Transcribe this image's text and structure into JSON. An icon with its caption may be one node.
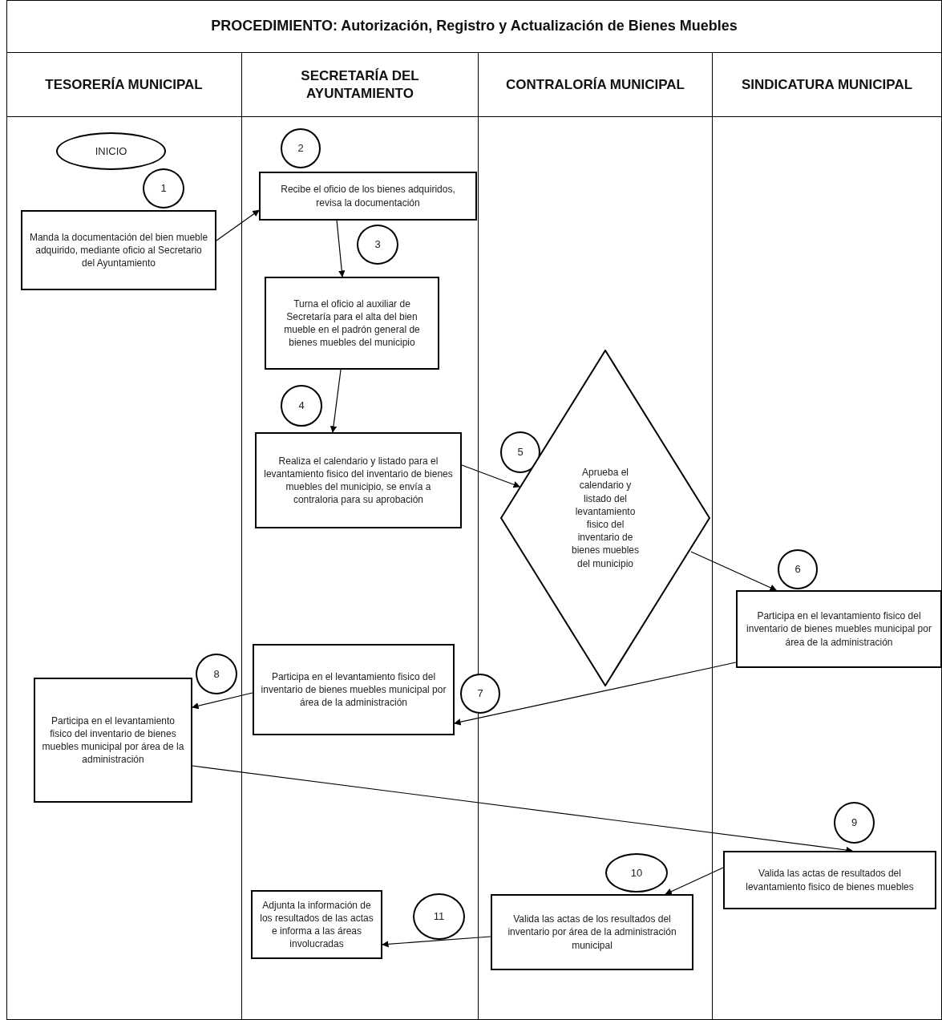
{
  "diagram": {
    "title": "PROCEDIMIENTO: Autorización, Registro y Actualización de Bienes Muebles",
    "nodes": [
      {
        "text": [
          "TESORERÍA MUNICIPAL"
        ]
      },
      {
        "text": [
          "SECRETARÍA DEL AYUNTAMIENTO"
        ]
      },
      {
        "text": [
          "CONTRALORÍA MUNICIPAL"
        ]
      },
      {
        "text": [
          "SINDICATURA MUNICIPAL"
        ]
      },
      {
        "text": [
          "INICIO"
        ],
        "in": 0
      },
      {
        "text": [
          "1"
        ],
        "in": 0
      },
      {
        "text": [
          "Manda la documentación del bien mueble adquirido, mediante oficio al Secretario del Ayuntamiento"
        ],
        "in": 0
      },
      {
        "text": [
          "2"
        ],
        "in": 1
      },
      {
        "text": [
          "Recibe el oficio de los bienes adquiridos, revisa la documentación"
        ],
        "in": 1
      },
      {
        "text": [
          "3"
        ],
        "in": 1
      },
      {
        "text": [
          "Turna el oficio al auxiliar de Secretaría para el alta del bien mueble en el padrón general de bienes muebles del municipio"
        ],
        "in": 1
      },
      {
        "text": [
          "4"
        ],
        "in": 1
      },
      {
        "text": [
          "Realiza el calendario y listado para el levantamiento fisico del inventario de bienes muebles del municipio, se envía a contraloria para su aprobación"
        ],
        "in": 1
      },
      {
        "text": [
          "5"
        ],
        "in": 2
      },
      {
        "text": [
          "Aprueba el calendario y listado del levantamiento fisico del inventario de bienes muebles del municipio"
        ],
        "in": 2
      },
      {
        "text": [
          "6"
        ],
        "in": 3
      },
      {
        "text": [
          "Participa en el levantamiento fisico del inventario de bienes muebles municipal por área de la administración"
        ],
        "in": 3
      },
      {
        "text": [
          "8"
        ],
        "in": 0
      },
      {
        "text": [
          "Participa en el levantamiento fisico del inventario de bienes muebles municipal por área de la administración"
        ],
        "in": 0
      },
      {
        "text": [
          "Participa en el levantamiento fisico del inventario de bienes muebles municipal por área de la administración"
        ],
        "in": 1
      },
      {
        "text": [
          "7"
        ]
      },
      {
        "text": [
          "9"
        ],
        "in": 3
      },
      {
        "text": [
          "Valida las actas de resultados del levantamiento fisico de bienes muebles"
        ],
        "in": 3
      },
      {
        "text": [
          "10"
        ],
        "in": 2
      },
      {
        "text": [
          "Valida las actas de los resultados del inventario por área de la administración municipal"
        ],
        "in": 2
      },
      {
        "text": [
          "11"
        ],
        "in": 1
      },
      {
        "text": [
          "Adjunta la información de los resultados de las actas e informa a las áreas involucradas"
        ],
        "in": 1
      }
    ],
    "edges": [
      {
        "from": 6,
        "to": 8,
        "arrow": "to"
      },
      {
        "from": 8,
        "to": 10,
        "arrow": "to"
      },
      {
        "from": 10,
        "to": 12,
        "arrow": "to"
      },
      {
        "from": 12,
        "to": 14,
        "arrow": "to"
      },
      {
        "from": 14,
        "to": 16,
        "arrow": "to"
      },
      {
        "from": 16,
        "to": 19,
        "arrow": "to"
      },
      {
        "from": 19,
        "to": 18,
        "arrow": "to"
      },
      {
        "from": 18,
        "to": 22,
        "arrow": "to"
      },
      {
        "from": 22,
        "to": 24,
        "arrow": "to"
      },
      {
        "from": 24,
        "to": 26,
        "arrow": "to"
      }
    ]
  }
}
